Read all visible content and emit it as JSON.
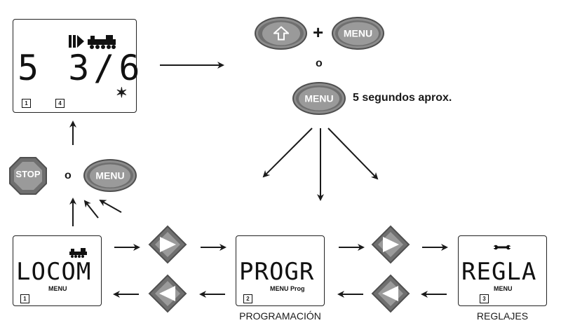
{
  "lcd_top": {
    "digits": "5 3/6",
    "index_left": "1",
    "index_right": "4"
  },
  "lcd_locom": {
    "text": "LOCOM",
    "sub": "MENU",
    "index": "1"
  },
  "lcd_progr": {
    "text": "PROGR",
    "sub": "MENU Prog",
    "index": "2",
    "caption": "PROGRAMACIÓN"
  },
  "lcd_regla": {
    "text": "REGLA",
    "sub": "MENU",
    "index": "3",
    "caption": "REGLAJES"
  },
  "buttons": {
    "menu": "MENU",
    "stop": "STOP"
  },
  "text": {
    "plus": "+",
    "or_top": "o",
    "or_left": "o",
    "five_seconds": "5 segundos aprox."
  },
  "icons": {
    "shift": "shift-arrow-icon",
    "locomotive": "locomotive-icon",
    "wrench": "wrench-icon",
    "asterisk": "asterisk-icon",
    "direction": "direction-play-icon",
    "nav_right": "nav-right-diamond-icon",
    "nav_left": "nav-left-diamond-icon"
  },
  "colors": {
    "button_outer": "#6f6f6f",
    "button_inner": "#9a9a9a",
    "stroke": "#1a1a1a"
  }
}
